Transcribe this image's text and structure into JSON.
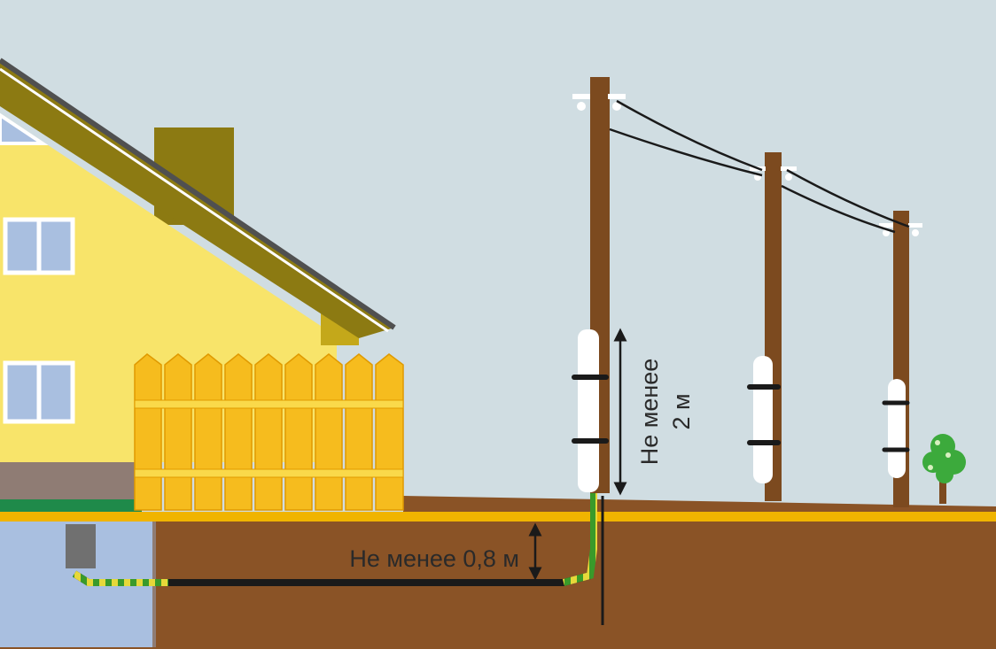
{
  "labels": {
    "pole_height_line1": "Не менее",
    "pole_height_line2": "2 м",
    "trench_depth": "Не менее 0,8 м"
  },
  "colors": {
    "sky": "#d0dde2",
    "ground": "#8a5326",
    "ground_line": "#f0b400",
    "house_wall": "#f8e46a",
    "roof": "#8c7a12",
    "fence": "#f6bc1e",
    "pole": "#7c4a1f",
    "cable_green": "#3a9a2a",
    "cable_yellow": "#e6d83a",
    "tree": "#3caa3c"
  },
  "icons": [
    "house-icon",
    "fence-icon",
    "power-pole-icon",
    "tree-icon",
    "arrow-icon"
  ]
}
